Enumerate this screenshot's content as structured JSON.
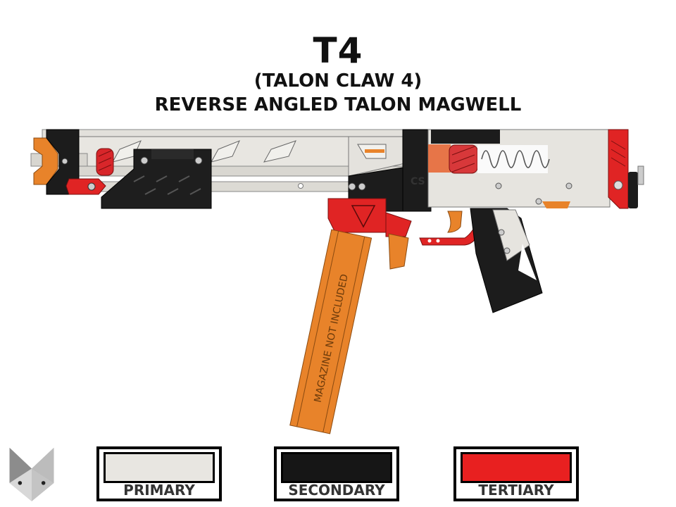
{
  "header": {
    "title": "T4",
    "subtitle": "(TALON CLAW 4)",
    "subtitle2": "REVERSE ANGLED TALON MAGWELL"
  },
  "blaster": {
    "magazine_text": "MAGAZINE NOT INCLUDED",
    "receiver_mark": "CS",
    "colors": {
      "primary": "#e8e6e1",
      "secondary": "#161616",
      "tertiary": "#e82020",
      "accent_orange": "#e8832a"
    }
  },
  "legend": {
    "swatches": [
      {
        "label": "PRIMARY",
        "color": "#e8e6e1"
      },
      {
        "label": "SECONDARY",
        "color": "#161616"
      },
      {
        "label": "TERTIARY",
        "color": "#e82020"
      }
    ]
  },
  "logo": {
    "icon": "fox-logo-icon"
  }
}
